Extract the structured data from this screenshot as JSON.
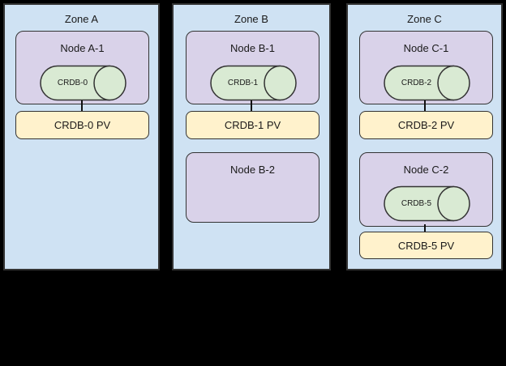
{
  "colors": {
    "background": "#000000",
    "zone_fill": "#cfe2f3",
    "node_fill": "#d9d2e9",
    "cylinder_fill": "#d9ead3",
    "pv_fill": "#fff2cc",
    "border": "#333333"
  },
  "zones": [
    {
      "label": "Zone A",
      "nodes": [
        {
          "label": "Node A-1",
          "cylinder": "CRDB-0"
        }
      ],
      "pvs": [
        {
          "label": "CRDB-0 PV"
        }
      ]
    },
    {
      "label": "Zone B",
      "nodes": [
        {
          "label": "Node B-1",
          "cylinder": "CRDB-1"
        },
        {
          "label": "Node B-2"
        }
      ],
      "pvs": [
        {
          "label": "CRDB-1 PV"
        }
      ]
    },
    {
      "label": "Zone C",
      "nodes": [
        {
          "label": "Node C-1",
          "cylinder": "CRDB-2"
        },
        {
          "label": "Node C-2",
          "cylinder": "CRDB-5"
        }
      ],
      "pvs": [
        {
          "label": "CRDB-2 PV"
        },
        {
          "label": "CRDB-5 PV"
        }
      ]
    }
  ]
}
